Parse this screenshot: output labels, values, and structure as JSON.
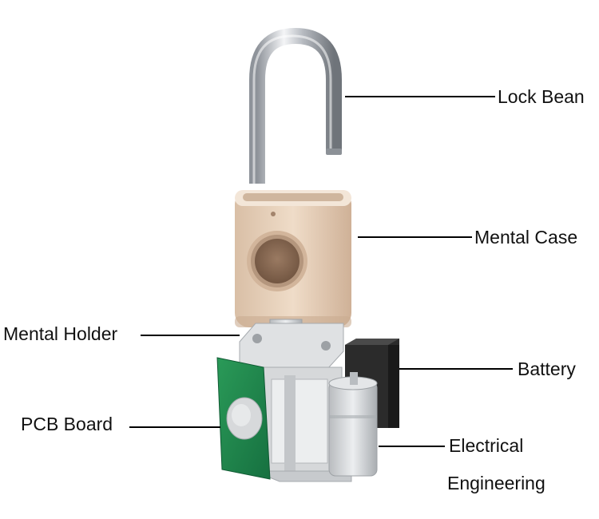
{
  "callouts": {
    "lock_bean": "Lock Bean",
    "mental_case": "Mental Case",
    "mental_holder": "Mental Holder",
    "battery": "Battery",
    "pcb_board": "PCB Board",
    "electrical_line1": "Electrical",
    "electrical_line2": "Engineering"
  },
  "colors": {
    "shackle": "#c9ccd1",
    "case": "#e3cbb4",
    "case_dark": "#b89a80",
    "sensor_ring": "#c7a98e",
    "sensor": "#8a6b55",
    "holder": "#d6d8da",
    "pcb": "#1f8a4a",
    "battery": "#2b2b2b",
    "leader": "#000000"
  }
}
